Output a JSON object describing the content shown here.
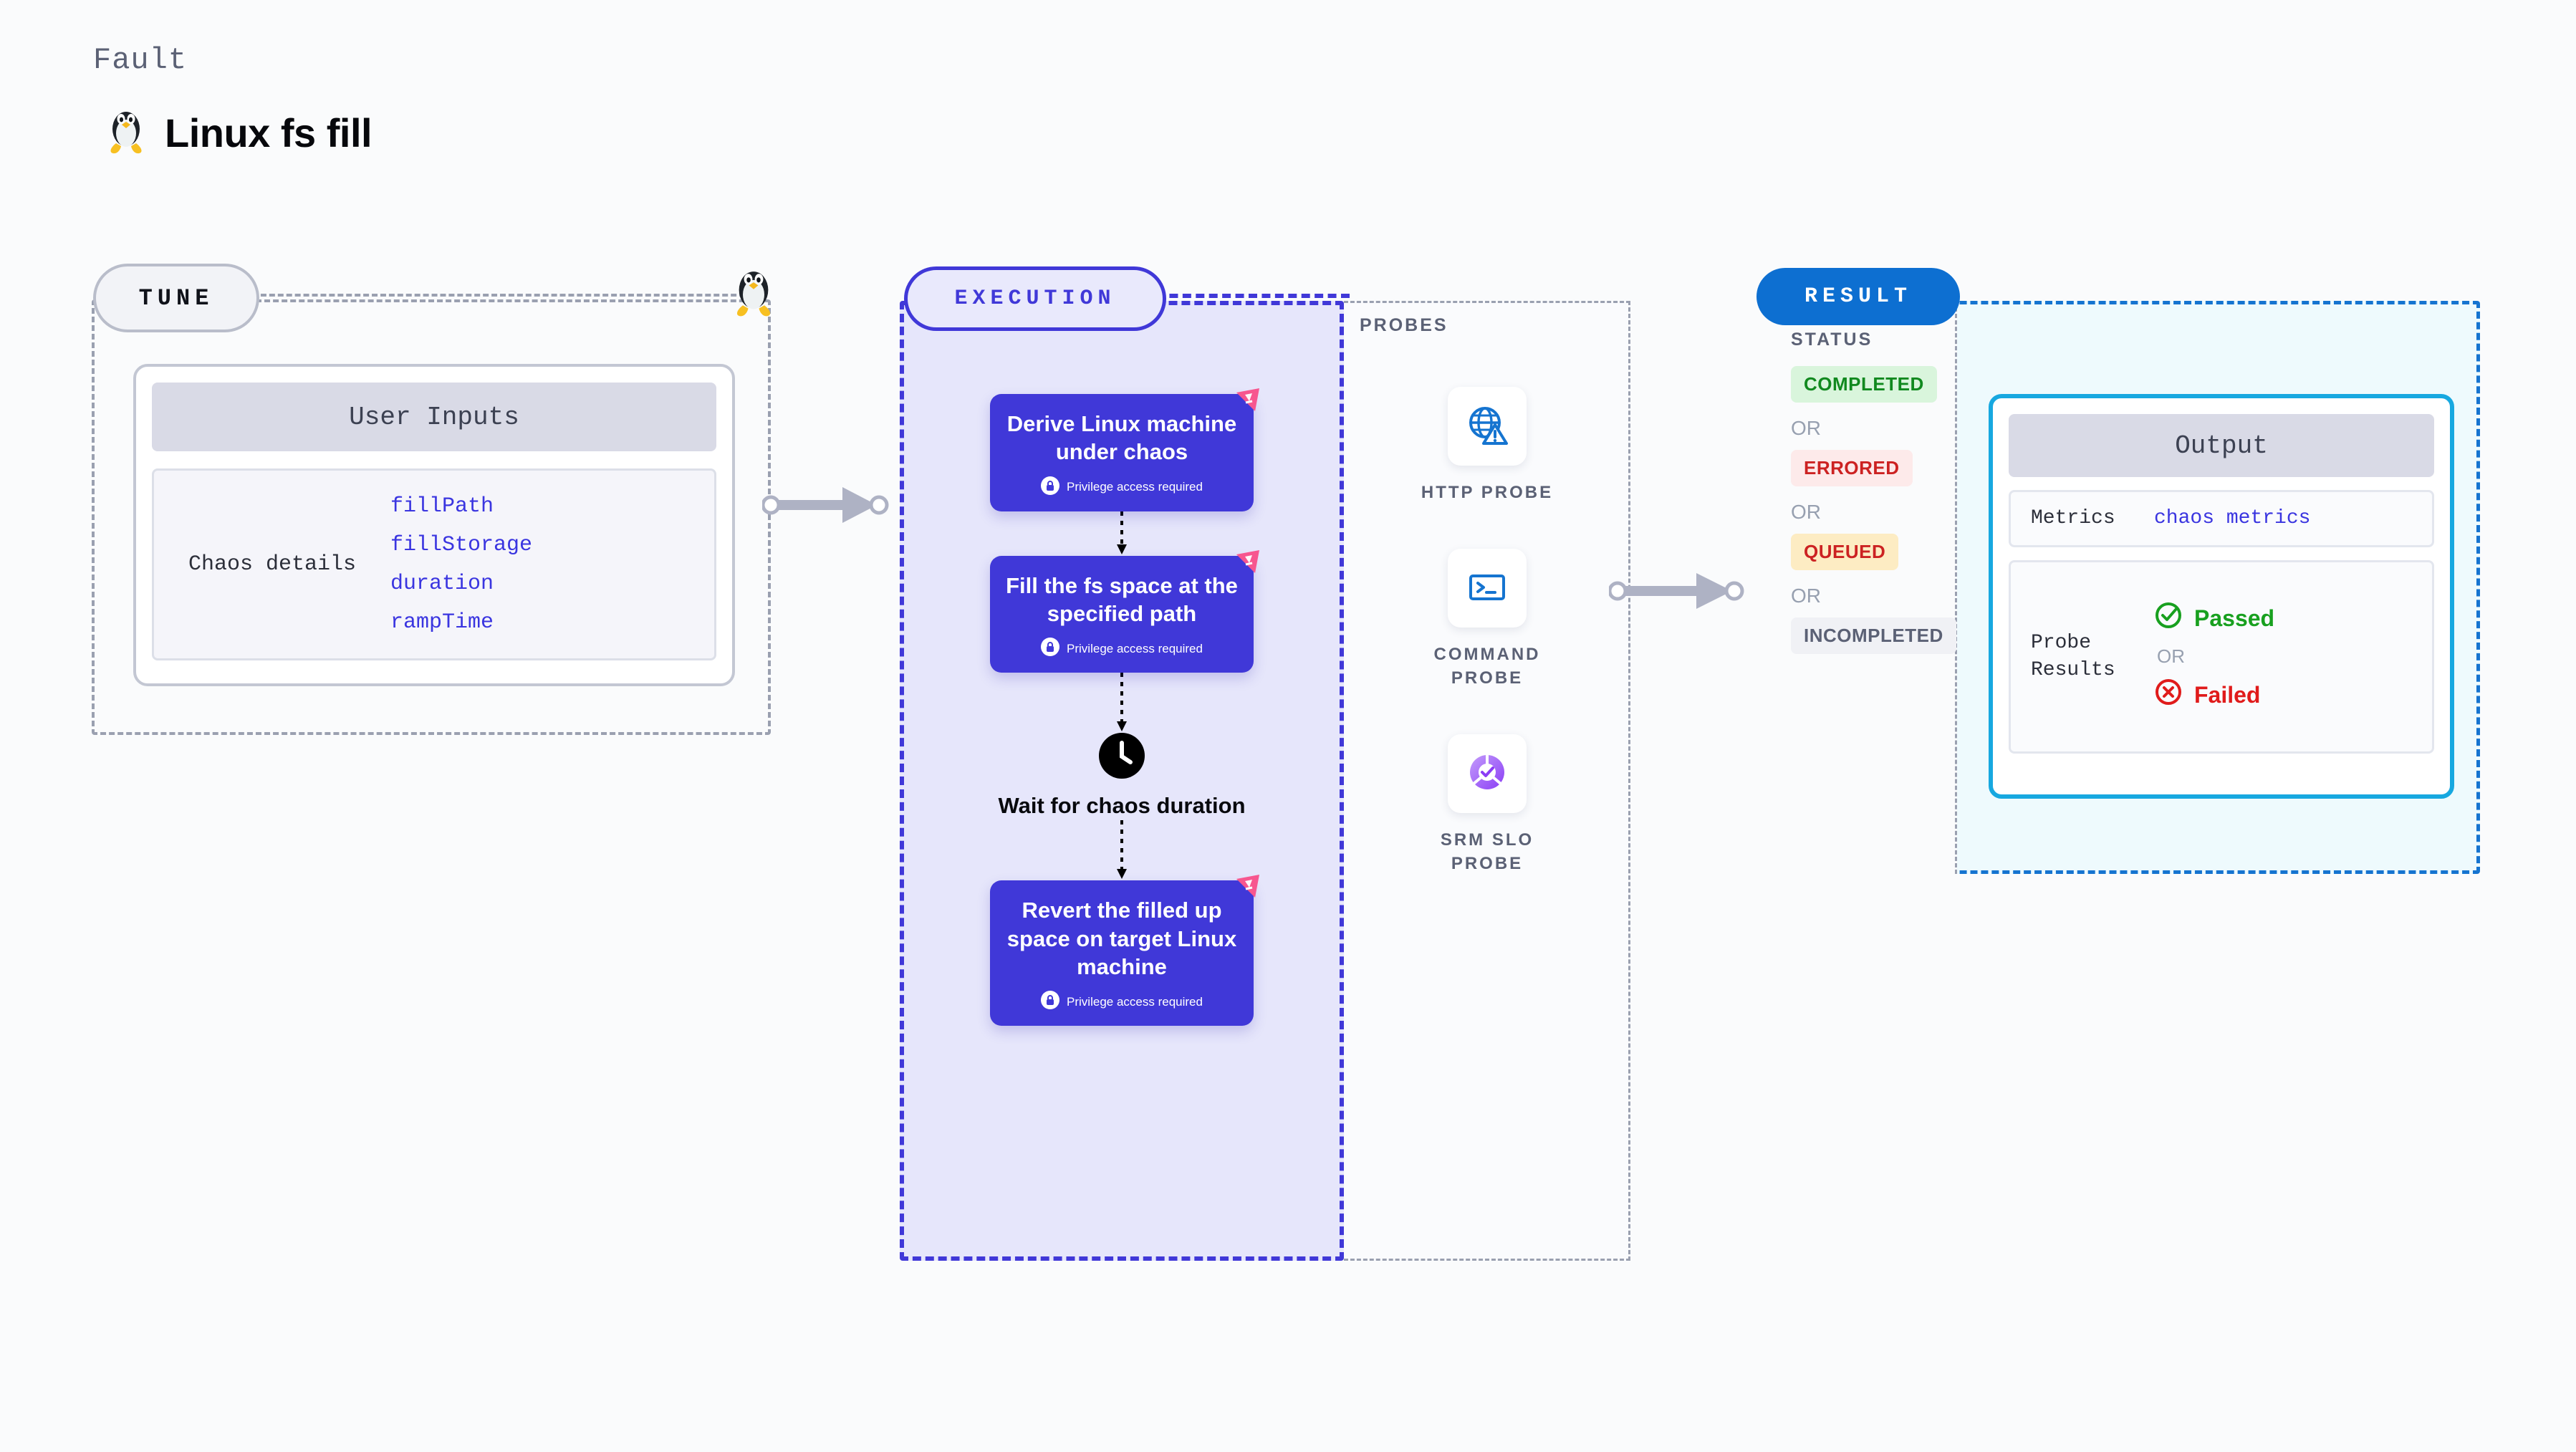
{
  "header": {
    "kicker": "Fault",
    "title": "Linux fs fill",
    "icon": "linux-penguin-icon"
  },
  "tune": {
    "pill_label": "TUNE",
    "card_header": "User Inputs",
    "details_label": "Chaos details",
    "params": [
      "fillPath",
      "fillStorage",
      "duration",
      "rampTime"
    ],
    "accent_color": "#3a35e0"
  },
  "execution": {
    "pill_label": "EXECUTION",
    "accent_color": "#4038d8",
    "privilege_note": "Privilege access required",
    "steps": [
      {
        "type": "card",
        "title": "Derive Linux machine under chaos",
        "privilege": true,
        "flag": true
      },
      {
        "type": "card",
        "title": "Fill the fs space at the specified path",
        "privilege": true,
        "flag": true
      },
      {
        "type": "wait",
        "title": "Wait for chaos duration",
        "icon": "clock-icon"
      },
      {
        "type": "card",
        "title": "Revert the filled up space on target Linux machine",
        "privilege": true,
        "flag": true
      }
    ]
  },
  "probes": {
    "label": "PROBES",
    "items": [
      {
        "label": "HTTP PROBE",
        "icon": "globe-warning-icon",
        "color": "#1574d0"
      },
      {
        "label": "COMMAND PROBE",
        "icon": "terminal-icon",
        "color": "#1574d0"
      },
      {
        "label": "SRM SLO PROBE",
        "icon": "slo-donut-check-icon",
        "color": "#8b3df5"
      }
    ]
  },
  "result": {
    "pill_label": "RESULT",
    "pill_color": "#0d6fd1",
    "status_heading": "STATUS",
    "or_label": "OR",
    "statuses": [
      {
        "label": "COMPLETED",
        "bg": "#d9f5dc",
        "fg": "#11891f"
      },
      {
        "label": "ERRORED",
        "bg": "#fdeaea",
        "fg": "#cc2222"
      },
      {
        "label": "QUEUED",
        "bg": "#fdecc3",
        "fg": "#cc2222"
      },
      {
        "label": "INCOMPLETED",
        "bg": "#f0f1f5",
        "fg": "#5b6175"
      }
    ],
    "output": {
      "header": "Output",
      "metrics_key": "Metrics",
      "metrics_value": "chaos metrics",
      "probe_results_key": "Probe Results",
      "passed_label": "Passed",
      "failed_label": "Failed",
      "or_label": "OR",
      "passed_color": "#18a01f",
      "failed_color": "#e01b1b",
      "border_color": "#17a8e0"
    }
  }
}
